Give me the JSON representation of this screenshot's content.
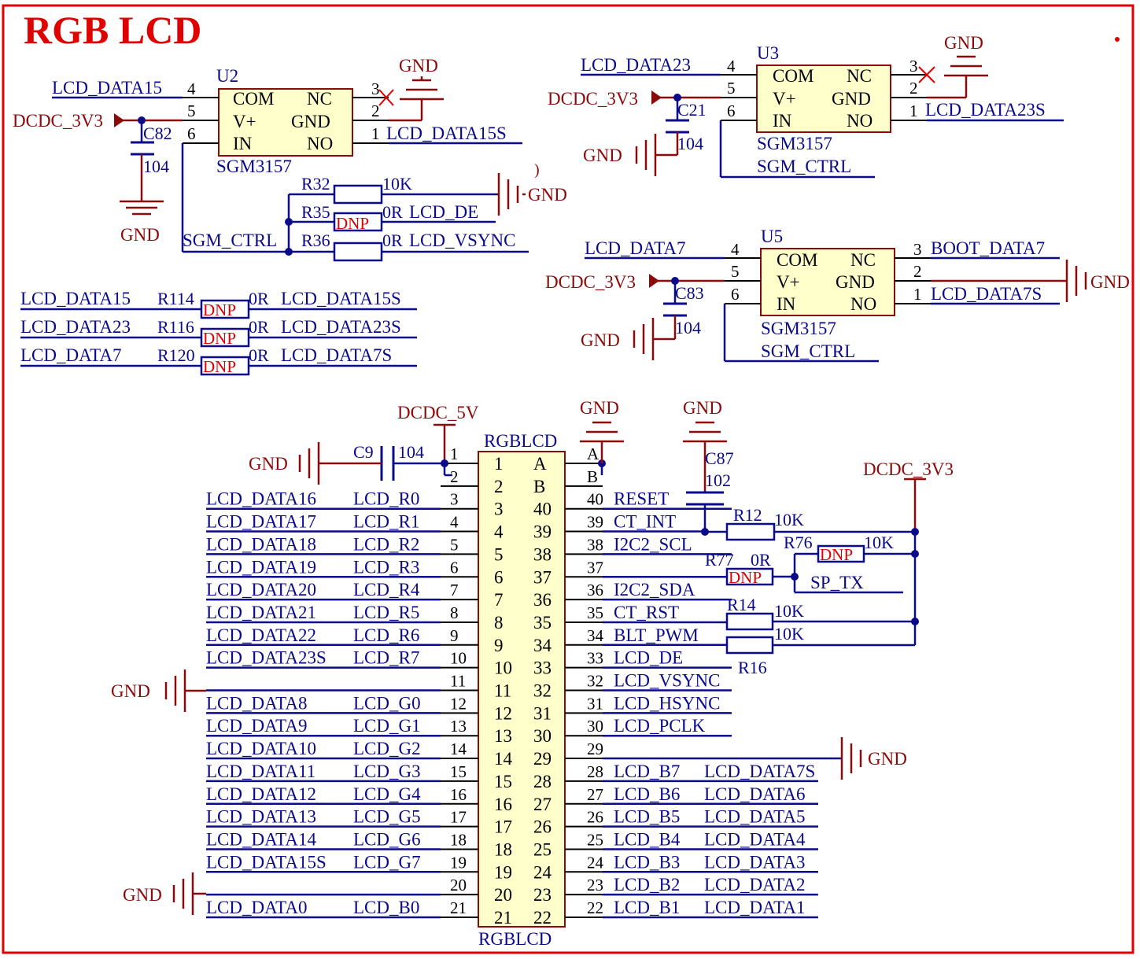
{
  "title": "RGB LCD",
  "u2": {
    "ref": "U2",
    "part": "SGM3157",
    "pin_com": "COM",
    "pin_nc": "NC",
    "pin_vp": "V+",
    "pin_gnd": "GND",
    "pin_in": "IN",
    "pin_no": "NO",
    "n4": "4",
    "n5": "5",
    "n6": "6",
    "n3": "3",
    "n2": "2",
    "n1": "1"
  },
  "u3": {
    "ref": "U3",
    "part": "SGM3157",
    "pin_com": "COM",
    "pin_nc": "NC",
    "pin_vp": "V+",
    "pin_gnd": "GND",
    "pin_in": "IN",
    "pin_no": "NO",
    "n4": "4",
    "n5": "5",
    "n6": "6",
    "n3": "3",
    "n2": "2",
    "n1": "1"
  },
  "u5": {
    "ref": "U5",
    "part": "SGM3157",
    "pin_com": "COM",
    "pin_nc": "NC",
    "pin_vp": "V+",
    "pin_gnd": "GND",
    "pin_in": "IN",
    "pin_no": "NO",
    "n4": "4",
    "n5": "5",
    "n6": "6",
    "n3": "3",
    "n2": "2",
    "n1": "1"
  },
  "nets": {
    "gnd": "GND",
    "dcdc_3v3": "DCDC_3V3",
    "dcdc_5v": "DCDC_5V",
    "lcd_data15": "LCD_DATA15",
    "lcd_data15s": "LCD_DATA15S",
    "lcd_data23": "LCD_DATA23",
    "lcd_data23s": "LCD_DATA23S",
    "lcd_data7": "LCD_DATA7",
    "lcd_data7s": "LCD_DATA7S",
    "boot_data7": "BOOT_DATA7",
    "sgm_ctrl": "SGM_CTRL",
    "lcd_de": "LCD_DE",
    "lcd_vsync": "LCD_VSYNC",
    "sp_tx": "SP_TX",
    "mark": ")"
  },
  "caps": {
    "c82": "C82",
    "c82_val": "104",
    "c21": "C21",
    "c21_val": "104",
    "c83": "C83",
    "c83_val": "104",
    "c9": "C9",
    "c9_val": "104",
    "c87": "C87",
    "c87_val": "102"
  },
  "resistors": {
    "r32": "R32",
    "r32_val": "10K",
    "r35": "R35",
    "r35_val": "0R",
    "r36": "R36",
    "r36_val": "0R",
    "r114": "R114",
    "r114_val": "0R",
    "r116": "R116",
    "r116_val": "0R",
    "r120": "R120",
    "r120_val": "0R",
    "r12": "R12",
    "r12_val": "10K",
    "r76": "R76",
    "r76_val": "10K",
    "r77": "R77",
    "r77_val": "0R",
    "r14": "R14",
    "r14_val": "10K",
    "r16": "R16",
    "r16_val": "10K",
    "dnp": "DNP"
  },
  "connector": {
    "name": "RGBLCD",
    "col_a": "A",
    "col_b": "B",
    "left": [
      {
        "num": "1",
        "net": "",
        "func": ""
      },
      {
        "num": "2",
        "net": "",
        "func": ""
      },
      {
        "num": "3",
        "net": "LCD_DATA16",
        "func": "LCD_R0"
      },
      {
        "num": "4",
        "net": "LCD_DATA17",
        "func": "LCD_R1"
      },
      {
        "num": "5",
        "net": "LCD_DATA18",
        "func": "LCD_R2"
      },
      {
        "num": "6",
        "net": "LCD_DATA19",
        "func": "LCD_R3"
      },
      {
        "num": "7",
        "net": "LCD_DATA20",
        "func": "LCD_R4"
      },
      {
        "num": "8",
        "net": "LCD_DATA21",
        "func": "LCD_R5"
      },
      {
        "num": "9",
        "net": "LCD_DATA22",
        "func": "LCD_R6"
      },
      {
        "num": "10",
        "net": "LCD_DATA23S",
        "func": "LCD_R7"
      },
      {
        "num": "11",
        "net": "",
        "func": ""
      },
      {
        "num": "12",
        "net": "LCD_DATA8",
        "func": "LCD_G0"
      },
      {
        "num": "13",
        "net": "LCD_DATA9",
        "func": "LCD_G1"
      },
      {
        "num": "14",
        "net": "LCD_DATA10",
        "func": "LCD_G2"
      },
      {
        "num": "15",
        "net": "LCD_DATA11",
        "func": "LCD_G3"
      },
      {
        "num": "16",
        "net": "LCD_DATA12",
        "func": "LCD_G4"
      },
      {
        "num": "17",
        "net": "LCD_DATA13",
        "func": "LCD_G5"
      },
      {
        "num": "18",
        "net": "LCD_DATA14",
        "func": "LCD_G6"
      },
      {
        "num": "19",
        "net": "LCD_DATA15S",
        "func": "LCD_G7"
      },
      {
        "num": "20",
        "net": "",
        "func": ""
      },
      {
        "num": "21",
        "net": "LCD_DATA0",
        "func": "LCD_B0"
      }
    ],
    "right": [
      {
        "num": "A",
        "func": "",
        "net": ""
      },
      {
        "num": "B",
        "func": "",
        "net": ""
      },
      {
        "num": "40",
        "func": "RESET",
        "net": ""
      },
      {
        "num": "39",
        "func": "CT_INT",
        "net": ""
      },
      {
        "num": "38",
        "func": "I2C2_SCL",
        "net": ""
      },
      {
        "num": "37",
        "func": "",
        "net": ""
      },
      {
        "num": "36",
        "func": "I2C2_SDA",
        "net": ""
      },
      {
        "num": "35",
        "func": "CT_RST",
        "net": ""
      },
      {
        "num": "34",
        "func": "BLT_PWM",
        "net": ""
      },
      {
        "num": "33",
        "func": "LCD_DE",
        "net": ""
      },
      {
        "num": "32",
        "func": "LCD_VSYNC",
        "net": ""
      },
      {
        "num": "31",
        "func": "LCD_HSYNC",
        "net": ""
      },
      {
        "num": "30",
        "func": "LCD_PCLK",
        "net": ""
      },
      {
        "num": "29",
        "func": "",
        "net": ""
      },
      {
        "num": "28",
        "func": "LCD_B7",
        "net": "LCD_DATA7S"
      },
      {
        "num": "27",
        "func": "LCD_B6",
        "net": "LCD_DATA6"
      },
      {
        "num": "26",
        "func": "LCD_B5",
        "net": "LCD_DATA5"
      },
      {
        "num": "25",
        "func": "LCD_B4",
        "net": "LCD_DATA4"
      },
      {
        "num": "24",
        "func": "LCD_B3",
        "net": "LCD_DATA3"
      },
      {
        "num": "23",
        "func": "LCD_B2",
        "net": "LCD_DATA2"
      },
      {
        "num": "22",
        "func": "LCD_B1",
        "net": "LCD_DATA1"
      }
    ],
    "inner_left": [
      "1",
      "2",
      "3",
      "4",
      "5",
      "6",
      "7",
      "8",
      "9",
      "10",
      "11",
      "12",
      "13",
      "14",
      "15",
      "16",
      "17",
      "18",
      "19",
      "20",
      "21"
    ],
    "inner_right": [
      "A",
      "B",
      "40",
      "39",
      "38",
      "37",
      "36",
      "35",
      "34",
      "33",
      "32",
      "31",
      "30",
      "29",
      "28",
      "27",
      "26",
      "25",
      "24",
      "23",
      "22"
    ]
  },
  "colors": {
    "wire": "#0a0a8a",
    "power": "#8b0a0a",
    "title": "#e00000",
    "body": "#ffffcc",
    "border": "#e00000"
  }
}
